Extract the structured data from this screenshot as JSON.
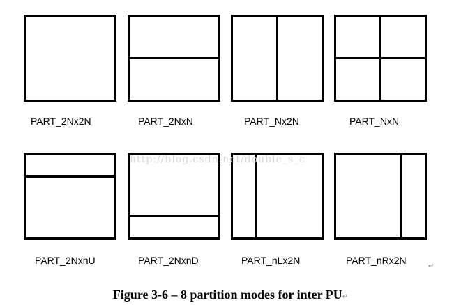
{
  "partitions": [
    {
      "label": "PART_2Nx2N"
    },
    {
      "label": "PART_2NxN"
    },
    {
      "label": "PART_Nx2N"
    },
    {
      "label": "PART_NxN"
    },
    {
      "label": "PART_2NxnU"
    },
    {
      "label": "PART_2NxnD"
    },
    {
      "label": "PART_nLx2N"
    },
    {
      "label": "PART_nRx2N"
    }
  ],
  "watermark": "http://blog.csdn.net/double_s_c",
  "caption": "Figure 3-6 – 8 partition modes for inter PU",
  "paragraph_mark": "↵"
}
